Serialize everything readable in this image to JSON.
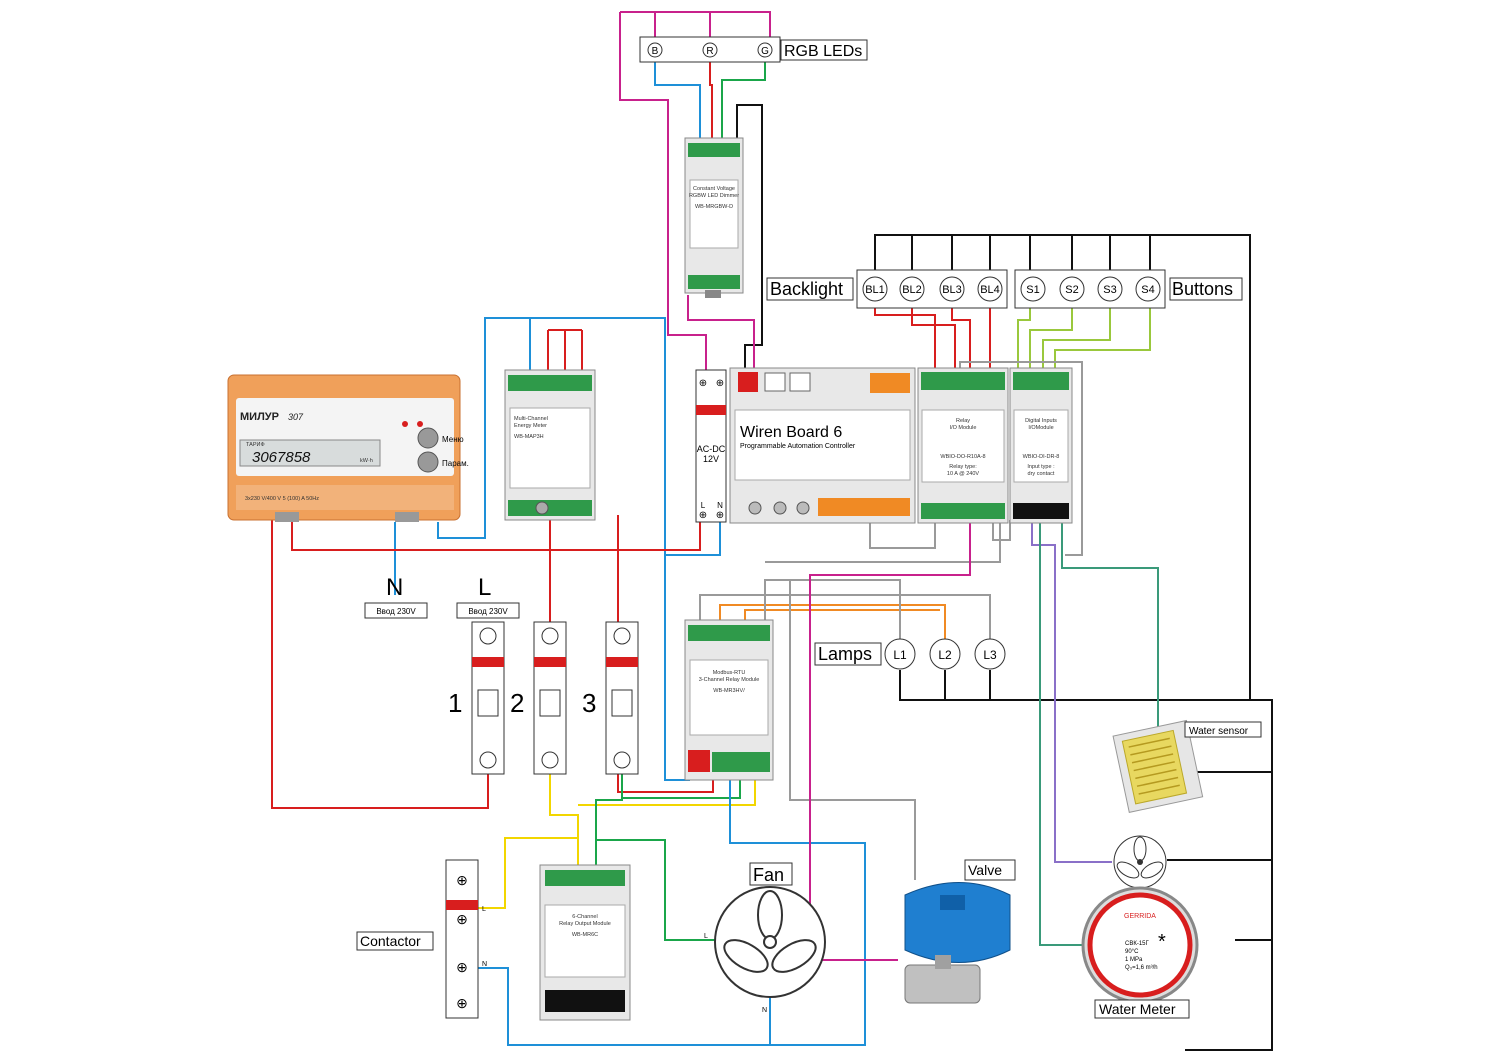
{
  "labels": {
    "rgb_leds": "RGB LEDs",
    "backlight": "Backlight",
    "buttons": "Buttons",
    "lamps": "Lamps",
    "water_sensor": "Water sensor",
    "valve": "Valve",
    "fan": "Fan",
    "water_meter": "Water Meter",
    "contactor": "Contactor"
  },
  "rgb_channels": [
    "B",
    "R",
    "G"
  ],
  "backlight_channels": [
    "BL1",
    "BL2",
    "BL3",
    "BL4"
  ],
  "button_channels": [
    "S1",
    "S2",
    "S3",
    "S4"
  ],
  "lamp_channels": [
    "L1",
    "L2",
    "L3"
  ],
  "input": {
    "n_letter": "N",
    "l_letter": "L",
    "n_caption": "Ввод 230V",
    "l_caption": "Ввод 230V"
  },
  "breaker_numbers": [
    "1",
    "2",
    "3"
  ],
  "contactor_terminals": [
    "L",
    "N"
  ],
  "fan_terminals": [
    "L",
    "N"
  ],
  "meter": {
    "brand": "МИЛУР",
    "model": "307",
    "reading": "3067858",
    "unit": "kW·h",
    "tariff": "ТАРИФ",
    "btn_menu": "Меню",
    "btn_param": "Парам.",
    "rating": "3x230 V/400 V  5 (100) A  50Hz"
  },
  "dimmer": {
    "title_line1": "Constant Voltage",
    "title_line2": "RGBW LED Dimmer",
    "model": "WB-MRGBW-D"
  },
  "energy_meter": {
    "title_line1": "Multi-Channel",
    "title_line2": "Energy Meter",
    "model": "WB-MAP3H"
  },
  "psu": {
    "line1": "AC-DC",
    "line2": "12V",
    "left_term": "L",
    "right_term": "N"
  },
  "wb6": {
    "title": "Wiren Board 6",
    "subtitle": "Programmable Automation Controller"
  },
  "relay_io": {
    "line1": "Relay",
    "line2": "I/O Module",
    "model": "WBIO-DO-R10A-8",
    "relay_type": "Relay type:",
    "relay_value": "10 A @ 240V"
  },
  "di_io": {
    "line1": "Digital Inputs",
    "line2": "I/OModule",
    "model": "WBIO-DI-DR-8",
    "input_type": "Input type :",
    "input_value": "dry contact"
  },
  "relay3": {
    "line1": "Modbus-RTU",
    "line2": "3-Channel Relay Module",
    "model": "WB-MR3HV/"
  },
  "relay6": {
    "line1": "6-Channel",
    "line2": "Relay Output Module",
    "model": "WB-MR6C"
  },
  "water_meter_face": {
    "brand": "GERRIDA",
    "model": "СВК-15Г",
    "temp": "90°C",
    "pressure": "1 MPa",
    "flow": "Q₃=1,6 m³/h"
  },
  "colors": {
    "red": "#d81e1e",
    "blue": "#1e90d8",
    "green": "#1aa64a",
    "magenta": "#c8218c",
    "black": "#111111",
    "yellow": "#f2d600",
    "lime": "#9ac83c",
    "orange": "#f08a24",
    "gray": "#9a9a9a",
    "teal": "#3a9a7a",
    "violet": "#8a70c8",
    "module_green": "#2f9a4a",
    "meter_orange": "#f0a05a"
  }
}
